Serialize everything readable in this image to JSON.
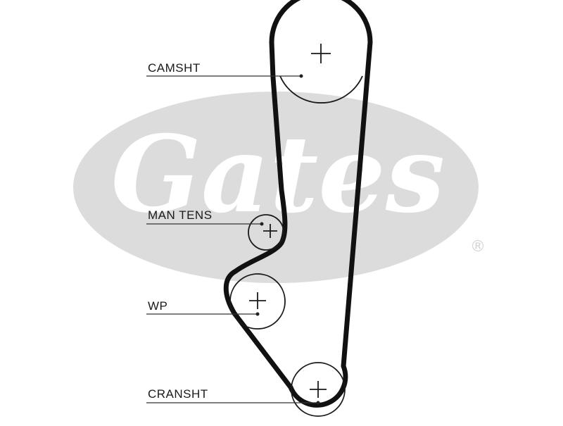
{
  "diagram": {
    "labels": {
      "camshaft": "CAMSHT",
      "tensioner": "MAN TENS",
      "water_pump": "WP",
      "crankshaft": "CRANSHT"
    },
    "watermark": {
      "brand": "Gates",
      "registered_mark": "®"
    },
    "colors": {
      "belt": "#111111",
      "pulley": "#1a1a1a",
      "watermark": "#dcdcdc"
    }
  }
}
